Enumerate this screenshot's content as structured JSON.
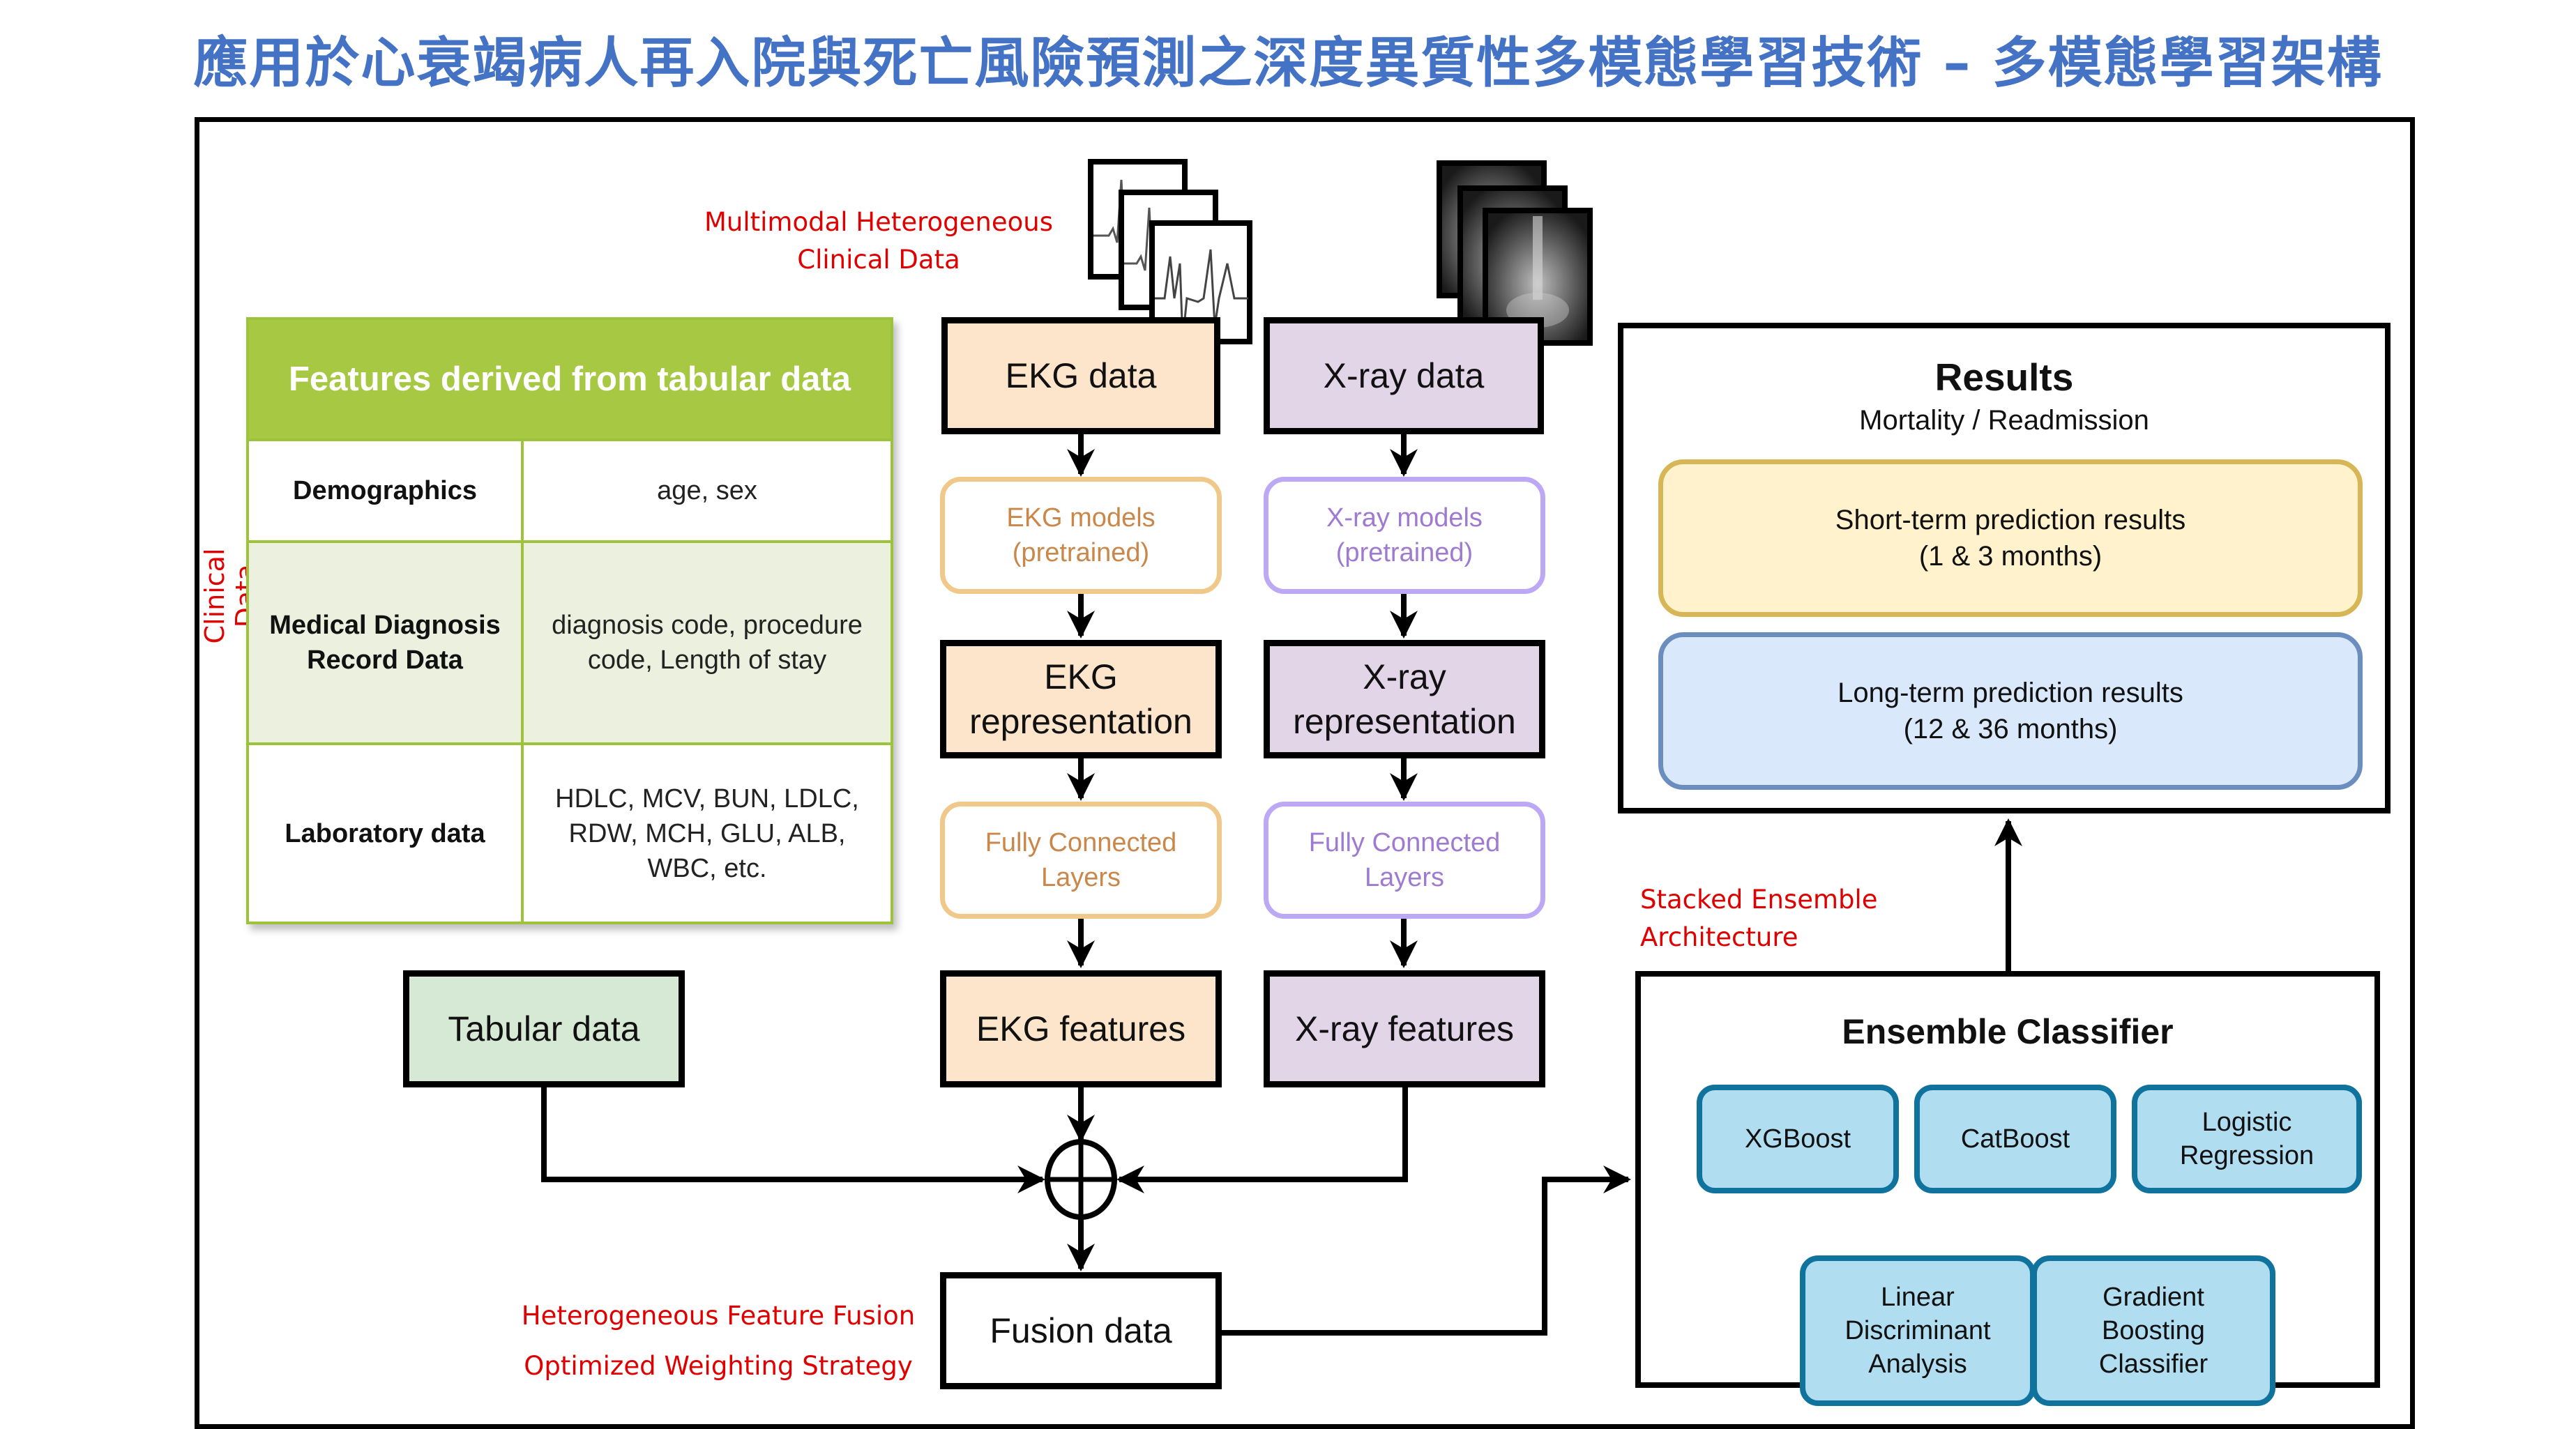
{
  "title": "應用於心衰竭病人再入院與死亡風險預測之深度異質性多模態學習技術 – 多模態學習架構",
  "annotations": {
    "multimodal_line1": "Multimodal Heterogeneous",
    "multimodal_line2": "Clinical Data",
    "clinical_data": "Clinical Data",
    "stacked_line1": "Stacked Ensemble",
    "stacked_line2": "Architecture",
    "fusion_line1": "Heterogeneous Feature Fusion",
    "fusion_line2": "Optimized Weighting Strategy"
  },
  "feature_table": {
    "header": "Features derived from tabular data",
    "rows": [
      {
        "category": "Demographics",
        "features": "age, sex"
      },
      {
        "category": "Medical Diagnosis Record Data",
        "features": "diagnosis code, procedure code, Length of stay"
      },
      {
        "category": "Laboratory data",
        "features": "HDLC, MCV, BUN, LDLC, RDW, MCH, GLU, ALB, WBC, etc."
      }
    ]
  },
  "ekg_pipeline": {
    "data": "EKG data",
    "models": "EKG models (pretrained)",
    "representation": "EKG representation",
    "fc": "Fully Connected Layers",
    "features": "EKG features"
  },
  "xray_pipeline": {
    "data": "X-ray data",
    "models": "X-ray models (pretrained)",
    "representation": "X-ray representation",
    "fc": "Fully Connected Layers",
    "features": "X-ray features"
  },
  "tabular": "Tabular data",
  "fusion": "Fusion data",
  "results": {
    "title": "Results",
    "subtitle": "Mortality / Readmission",
    "short_line1": "Short-term prediction results",
    "short_line2": "(1 & 3 months)",
    "long_line1": "Long-term prediction results",
    "long_line2": "(12 & 36 months)"
  },
  "ensemble": {
    "title": "Ensemble Classifier",
    "classifiers": [
      "XGBoost",
      "CatBoost",
      "Logistic Regression",
      "Linear Discriminant Analysis",
      "Gradient Boosting Classifier"
    ]
  },
  "colors": {
    "title_blue": "#4472c4",
    "annotation_red": "#e00000",
    "table_green": "#a6c842",
    "ekg_fill": "#fde5cc",
    "xray_fill": "#e2d5e8",
    "tabular_fill": "#d6e9d4",
    "short_term_fill": "#fff2cc",
    "long_term_fill": "#dae8fc",
    "classifier_fill": "#b1ddf0"
  }
}
